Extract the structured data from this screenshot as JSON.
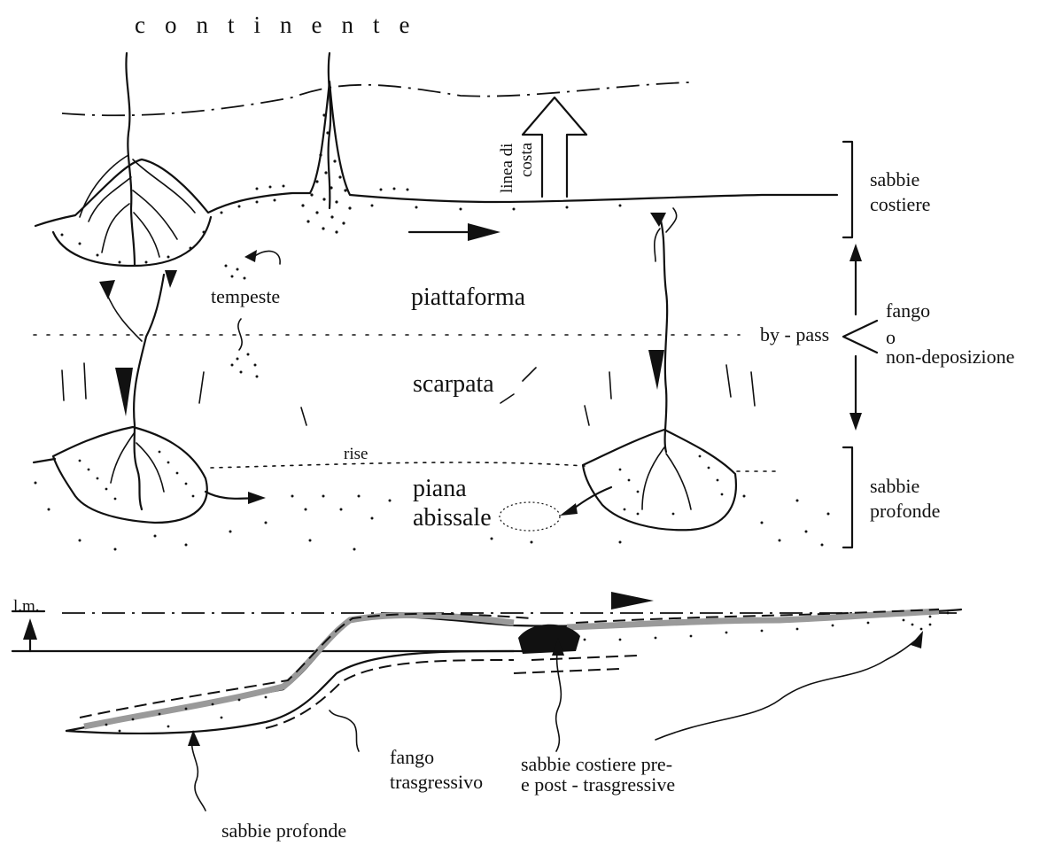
{
  "labels": {
    "continente": "continente",
    "linea_di_costa_1": "linea di",
    "linea_di_costa_2": "costa",
    "sabbie_costiere_1": "sabbie",
    "sabbie_costiere_2": "costiere",
    "tempeste": "tempeste",
    "piattaforma": "piattaforma",
    "by_pass": "by - pass",
    "fango": "fango",
    "o": "o",
    "non_deposizione": "non-deposizione",
    "scarpata": "scarpata",
    "rise": "rise",
    "piana": "piana",
    "abissale": "abissale",
    "sabbie_profonde_1": "sabbie",
    "sabbie_profonde_2": "profonde",
    "lm": "l.m.",
    "fango_trasgressivo_1": "fango",
    "fango_trasgressivo_2": "trasgressivo",
    "sabbie_costiere_pre_1": "sabbie costiere pre-",
    "sabbie_costiere_pre_2": "e post - trasgressive",
    "sabbie_profonde_bottom": "sabbie profonde"
  }
}
